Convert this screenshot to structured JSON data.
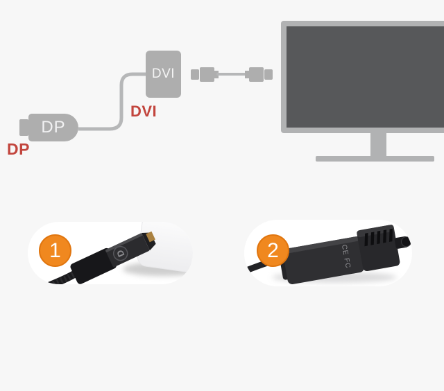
{
  "image": {
    "kind": "dp-to-dvi-adapter-infographic",
    "background": "#f7f7f7"
  },
  "diagram": {
    "source_connector": {
      "label": "DP",
      "caption": "DP"
    },
    "adapter": {
      "label": "DVI",
      "caption": "DVI"
    },
    "connector_color": "#aeaeae",
    "cable_color": "#b6b7b8",
    "caption_color": "#c2453d",
    "label_text_color": "#f3f3f3",
    "monitor": {
      "frame_color": "#b1b2b3",
      "screen_color": "#57585a"
    }
  },
  "steps": [
    {
      "number": "1"
    },
    {
      "number": "2"
    }
  ],
  "badge": {
    "fill": "#f0881f",
    "ring": "#e0750e",
    "text_color": "#ffffff"
  },
  "photo1": {
    "plug_logo_letter": "D"
  },
  "photo2": {
    "marking": "CE FC"
  }
}
